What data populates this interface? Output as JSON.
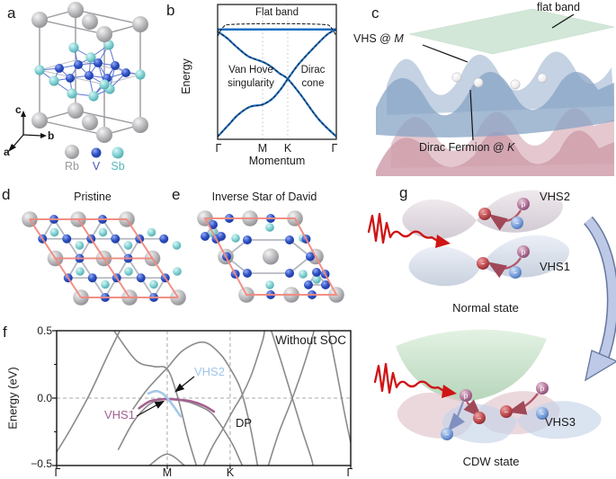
{
  "panels": {
    "a": {
      "label": "a",
      "axis_c": "c",
      "axis_b": "b",
      "axis_a": "a",
      "legend": [
        {
          "name": "Rb",
          "text_color": "#98989a"
        },
        {
          "name": "V",
          "text_color": "#4356b8"
        },
        {
          "name": "Sb",
          "text_color": "#55b6b8"
        }
      ]
    },
    "b": {
      "label": "b",
      "flat_band": "Flat band",
      "vhs_line1": "Van Hove",
      "vhs_line2": "singularity",
      "dirac_line1": "Dirac",
      "dirac_line2": "cone",
      "ylabel": "Energy",
      "xlabel": "Momentum",
      "xticks": [
        "Γ",
        "M",
        "K",
        "Γ"
      ]
    },
    "c": {
      "label": "c",
      "flat_band": "flat band",
      "vhs_prefix": "VHS @ ",
      "vhs_sym": "M",
      "dirac_prefix": "Dirac Fermion @ ",
      "dirac_sym": "K"
    },
    "d": {
      "label": "d",
      "title": "Pristine"
    },
    "e": {
      "label": "e",
      "title": "Inverse Star of David"
    },
    "f": {
      "label": "f",
      "ylabel": "Energy (eV)",
      "yticks": [
        "0.5",
        "0.0",
        "−0.5"
      ],
      "xticks": [
        "Γ",
        "M",
        "K",
        "Γ"
      ],
      "soc": "Without SOC",
      "vhs1": "VHS1",
      "vhs2": "VHS2",
      "dp": "DP"
    },
    "g": {
      "label": "g",
      "vhs2": "VHS2",
      "vhs1": "VHS1",
      "vhs3": "VHS3",
      "normal_title": "Normal state",
      "cdw_title": "CDW state",
      "photon": "p",
      "electron": "−"
    }
  },
  "colors": {
    "band_gray": "#8b8b8b",
    "band_blue": "#1b6cc2",
    "vhs1": "#a4618f",
    "vhs2": "#a5c8e8",
    "lattice_red": "#f08a80",
    "atom_rb": "#b9b9bc",
    "atom_v": "#2e51c4",
    "atom_sb": "#83d2d4",
    "surface_green": "#b7d9c0",
    "surface_blue": "#8fa9c9",
    "surface_pink": "#d6aab3",
    "laser_red": "#cf1414",
    "big_arrow": "#bdc9e6"
  },
  "chart_data": [
    {
      "id": "panel-b-schematic",
      "type": "line",
      "ylabel": "Energy",
      "xlabel": "Momentum",
      "ylim": [
        0,
        1
      ],
      "xticks": [
        {
          "label": "Γ",
          "pos": 0
        },
        {
          "label": "M",
          "pos": 0.379
        },
        {
          "label": "K",
          "pos": 0.591
        },
        {
          "label": "Γ",
          "pos": 1
        }
      ],
      "annotations": [
        "Flat band",
        "Van Hove singularity",
        "Dirac cone"
      ],
      "series": [
        {
          "name": "flat-band",
          "color": "#1b6cc2",
          "width": 2.5,
          "points": [
            [
              0,
              0.815
            ],
            [
              1,
              0.815
            ]
          ]
        },
        {
          "name": "flat-band-dashed",
          "color": "#222222",
          "width": 1.1,
          "dash": "3,2.6",
          "points": [
            [
              0,
              0.765
            ],
            [
              0.05,
              0.835
            ],
            [
              0.12,
              0.852
            ],
            [
              0.5,
              0.858
            ],
            [
              0.88,
              0.852
            ],
            [
              0.95,
              0.835
            ],
            [
              1,
              0.765
            ]
          ]
        },
        {
          "name": "upper-band",
          "color": "#1b6cc2",
          "width": 2.2,
          "dash_overlay": "#222222",
          "points": [
            [
              0,
              0.8
            ],
            [
              0.08,
              0.75
            ],
            [
              0.16,
              0.685
            ],
            [
              0.26,
              0.615
            ],
            [
              0.379,
              0.575
            ],
            [
              0.45,
              0.54
            ],
            [
              0.52,
              0.49
            ],
            [
              0.591,
              0.447
            ],
            [
              0.7,
              0.33
            ],
            [
              0.85,
              0.15
            ],
            [
              1,
              0.02
            ]
          ]
        },
        {
          "name": "lower-band",
          "color": "#1b6cc2",
          "width": 2.2,
          "dash_overlay": "#222222",
          "points": [
            [
              0,
              0.02
            ],
            [
              0.09,
              0.105
            ],
            [
              0.17,
              0.18
            ],
            [
              0.27,
              0.24
            ],
            [
              0.379,
              0.258
            ],
            [
              0.46,
              0.3
            ],
            [
              0.53,
              0.37
            ],
            [
              0.591,
              0.447
            ],
            [
              0.68,
              0.555
            ],
            [
              0.8,
              0.67
            ],
            [
              0.92,
              0.775
            ],
            [
              1,
              0.815
            ]
          ]
        }
      ]
    },
    {
      "id": "panel-f-bands",
      "type": "line",
      "ylabel": "Energy (eV)",
      "ylim": [
        -0.5,
        0.5
      ],
      "yticks": [
        0.5,
        0.0,
        -0.5
      ],
      "yticks_minor": [
        0.25,
        -0.25
      ],
      "zero_line": 0,
      "xticks": [
        {
          "label": "Γ",
          "pos": 0
        },
        {
          "label": "M",
          "pos": 0.376
        },
        {
          "label": "K",
          "pos": 0.59
        },
        {
          "label": "Γ",
          "pos": 1
        }
      ],
      "annotations": [
        "Without SOC",
        "VHS1",
        "VHS2",
        "DP"
      ],
      "series": [
        {
          "name": "band-1",
          "points": [
            [
              0,
              -0.4
            ],
            [
              0.05,
              -0.22
            ],
            [
              0.11,
              0.02
            ],
            [
              0.17,
              0.3
            ],
            [
              0.215,
              0.5
            ]
          ]
        },
        {
          "name": "band-2",
          "points": [
            [
              0.195,
              0.5
            ],
            [
              0.27,
              0.28
            ],
            [
              0.33,
              0.235
            ],
            [
              0.376,
              0.215
            ],
            [
              0.41,
              0.02
            ],
            [
              0.445,
              -0.28
            ],
            [
              0.475,
              -0.5
            ]
          ]
        },
        {
          "name": "band-3",
          "points": [
            [
              0.26,
              -0.08
            ],
            [
              0.31,
              0.07
            ],
            [
              0.376,
              0.225
            ],
            [
              0.43,
              0.355
            ],
            [
              0.5,
              0.415
            ],
            [
              0.555,
              0.33
            ],
            [
              0.59,
              0.22
            ],
            [
              0.625,
              0.07
            ],
            [
              0.655,
              -0.18
            ],
            [
              0.675,
              -0.4
            ],
            [
              0.683,
              -0.5
            ]
          ]
        },
        {
          "name": "band-4",
          "points": [
            [
              0.21,
              -0.38
            ],
            [
              0.26,
              -0.18
            ],
            [
              0.31,
              -0.055
            ],
            [
              0.35,
              -0.013
            ],
            [
              0.376,
              -0.008
            ],
            [
              0.43,
              -0.02
            ],
            [
              0.47,
              -0.045
            ],
            [
              0.52,
              -0.1
            ],
            [
              0.545,
              -0.16
            ],
            [
              0.566,
              -0.227
            ],
            [
              0.6,
              -0.35
            ],
            [
              0.625,
              -0.47
            ],
            [
              0.632,
              -0.5
            ]
          ]
        },
        {
          "name": "band-5",
          "points": [
            [
              0.5,
              -0.5
            ],
            [
              0.53,
              -0.36
            ],
            [
              0.566,
              -0.227
            ],
            [
              0.6,
              -0.09
            ],
            [
              0.63,
              0.02
            ],
            [
              0.66,
              0.16
            ],
            [
              0.685,
              0.32
            ],
            [
              0.702,
              0.44
            ],
            [
              0.707,
              0.5
            ]
          ]
        },
        {
          "name": "band-6",
          "points": [
            [
              0.73,
              0.5
            ],
            [
              0.765,
              0.26
            ],
            [
              0.8,
              0.01
            ],
            [
              0.835,
              -0.24
            ],
            [
              0.865,
              -0.44
            ],
            [
              0.872,
              -0.5
            ]
          ]
        },
        {
          "name": "band-7",
          "points": [
            [
              0.72,
              -0.5
            ],
            [
              0.755,
              -0.26
            ],
            [
              0.8,
              -0.01
            ],
            [
              0.84,
              0.24
            ],
            [
              0.868,
              0.44
            ],
            [
              0.875,
              0.5
            ]
          ]
        },
        {
          "name": "band-8",
          "points": [
            [
              0.925,
              0.5
            ],
            [
              0.952,
              0.2
            ],
            [
              0.978,
              -0.1
            ],
            [
              1,
              -0.33
            ]
          ]
        },
        {
          "name": "band-9",
          "points": [
            [
              0.315,
              -0.5
            ],
            [
              0.376,
              -0.415
            ],
            [
              0.435,
              -0.5
            ]
          ]
        },
        {
          "name": "VHS1",
          "color": "#a4618f",
          "width": 2.6,
          "points": [
            [
              0.28,
              -0.075
            ],
            [
              0.315,
              -0.025
            ],
            [
              0.345,
              -0.011
            ],
            [
              0.376,
              -0.006
            ],
            [
              0.42,
              -0.013
            ],
            [
              0.46,
              -0.025
            ],
            [
              0.5,
              -0.055
            ],
            [
              0.535,
              -0.1
            ]
          ]
        },
        {
          "name": "VHS2",
          "color": "#a5c8e8",
          "width": 2.6,
          "points": [
            [
              0.312,
              0.035
            ],
            [
              0.338,
              0.052
            ],
            [
              0.36,
              0.035
            ],
            [
              0.376,
              0.0
            ],
            [
              0.396,
              -0.055
            ],
            [
              0.412,
              -0.105
            ],
            [
              0.422,
              -0.135
            ]
          ]
        }
      ]
    }
  ]
}
